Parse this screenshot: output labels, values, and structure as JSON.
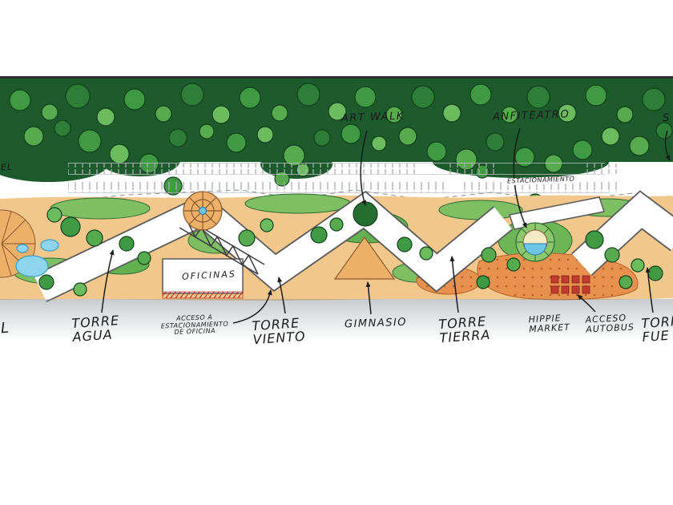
{
  "plan": {
    "annotations_top": {
      "art_walk": "ART WALK",
      "anfiteatro": "ANFITEATRO",
      "spa_partial": "S",
      "estacionamiento": "ESTACIONAMIENTO",
      "hotel_partial": "EL"
    },
    "buildings": {
      "oficinas": "OFICINAS"
    },
    "annotations_bottom": {
      "torre_agua": "TORRE\nAGUA",
      "acceso_oficina": "ACCESO A\nESTACIONAMIENTO\nDE OFICINA",
      "torre_viento": "TORRE\nVIENTO",
      "gimnasio": "GIMNASIO",
      "torre_tierra": "TORRE\nTIERRA",
      "hippie_market": "HIPPIE\nMARKET",
      "acceso_autobus": "ACCESO\nAUTOBUS",
      "torre_fuego_partial": "TORRE\nFUE",
      "hotel_partial": "L"
    },
    "colors": {
      "forest_green": "#1d5a2c",
      "ground_tan": "#f2c78c",
      "plaza_orange": "#e8914e",
      "water_blue": "#6cc5e6",
      "market_red": "#c23b2e",
      "ink": "#1c1c1c"
    }
  }
}
